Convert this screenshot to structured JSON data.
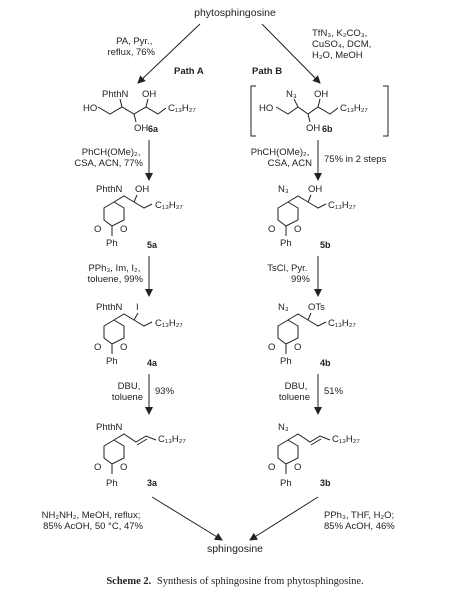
{
  "top_compound": "phytosphingosine",
  "bottom_compound": "sphingosine",
  "path_a_label": "Path A",
  "path_b_label": "Path B",
  "step1_a": [
    "PA, Pyr.,",
    "reflux, 76%"
  ],
  "step1_b": [
    "TfN₃, K₂CO₃,",
    "CuSO₄, DCM,",
    "H₂O, MeOH"
  ],
  "step2_a": [
    "PhCH(OMe)₂,",
    "CSA, ACN, 77%"
  ],
  "step2_b": [
    "PhCH(OMe)₂,",
    "CSA, ACN"
  ],
  "step2_b_yield": "75% in 2 steps",
  "step3_a": [
    "PPh₃, Im, I₂,",
    "toluene, 99%"
  ],
  "step3_b": [
    "TsCl, Pyr.",
    "99%"
  ],
  "step4_a": [
    "DBU,",
    "toluene"
  ],
  "step4_a_yield": "93%",
  "step4_b": [
    "DBU,",
    "toluene"
  ],
  "step4_b_yield": "51%",
  "step5_a": [
    "NH₂NH₂, MeOH, reflux;",
    "85% AcOH, 50 °C, 47%"
  ],
  "step5_b": [
    "PPh₃, THF, H₂O;",
    "85% AcOH, 46%"
  ],
  "compounds": [
    "6a",
    "6b",
    "5a",
    "5b",
    "4a",
    "4b",
    "3a",
    "3b"
  ],
  "atom_labels": {
    "phthn": "PhthN",
    "n3": "N₃",
    "oh": "OH",
    "ho": "HO",
    "c13h27": "C₁₃H₂₇",
    "o": "O",
    "ph": "Ph",
    "i": "I",
    "ots": "OTs"
  },
  "caption_label": "Scheme 2.",
  "caption_text": "Synthesis of sphingosine from phytosphingosine."
}
